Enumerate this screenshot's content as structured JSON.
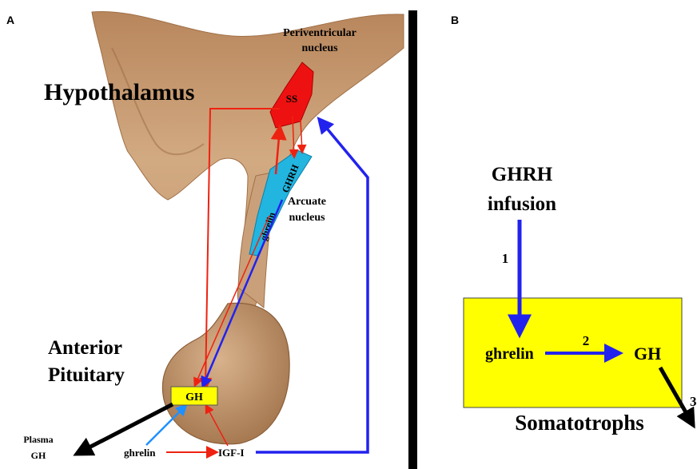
{
  "panel_a": {
    "letter": "A",
    "title_hypothalamus": "Hypothalamus",
    "periventricular_line1": "Periventricular",
    "periventricular_line2": "nucleus",
    "ss_label": "SS",
    "arcuate_line1": "Arcuate",
    "arcuate_line2": "nucleus",
    "ghrh_label": "GHRH",
    "ghrelin_hypo_label": "ghrelin",
    "pituitary_line1": "Anterior",
    "pituitary_line2": "Pituitary",
    "gh_box_label": "GH",
    "plasma_line1": "Plasma",
    "plasma_line2": "GH",
    "ghrelin_bottom_label": "ghrelin",
    "igf_label": "IGF-I"
  },
  "panel_b": {
    "letter": "B",
    "infusion_line1": "GHRH",
    "infusion_line2": "infusion",
    "step1": "1",
    "step2": "2",
    "step3": "3",
    "ghrelin_label": "ghrelin",
    "gh_label": "GH",
    "somatotrophs_label": "Somatotrophs"
  },
  "colors": {
    "tissue": "#c99a70",
    "ss_region": "#ee1111",
    "arcuate_region": "#22b5e0",
    "gh_box": "#ffff00",
    "red_arrow": "#ee2211",
    "blue_arrow": "#2222ee",
    "divider": "#000000"
  }
}
